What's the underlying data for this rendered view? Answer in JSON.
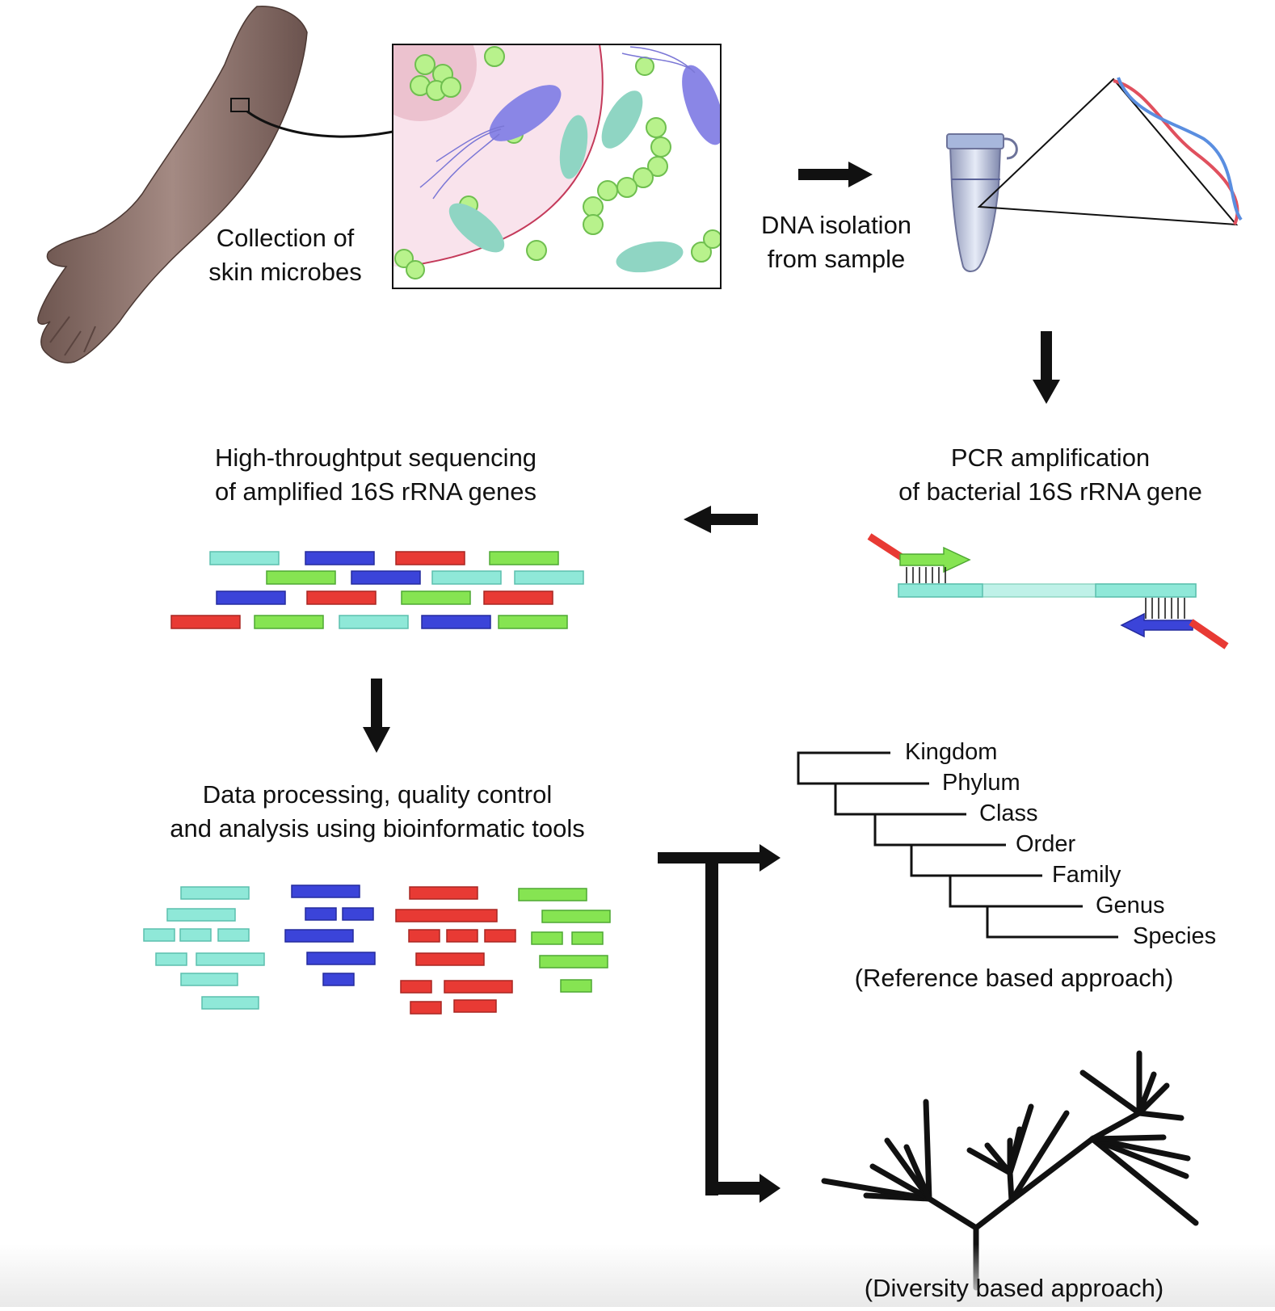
{
  "steps": {
    "collection": [
      "Collection of",
      "skin microbes"
    ],
    "dna_isolation": [
      "DNA isolation",
      "from sample"
    ],
    "pcr": [
      "PCR amplification",
      "of bacterial 16S rRNA gene"
    ],
    "sequencing": [
      "High-throughtput sequencing",
      "of amplified 16S rRNA genes"
    ],
    "processing": [
      "Data processing, quality control",
      "and analysis using bioinformatic tools"
    ]
  },
  "taxonomy": {
    "ranks": [
      "Kingdom",
      "Phylum",
      "Class",
      "Order",
      "Family",
      "Genus",
      "Species"
    ],
    "caption": "(Reference based approach)"
  },
  "diversity": {
    "caption": "(Diversity based approach)"
  },
  "colors": {
    "cyan": "#8fe8d8",
    "blue": "#3b44d9",
    "red": "#e83a34",
    "green": "#86e452",
    "skin": "#8a6d67",
    "microbe_green": "#b8f28c",
    "microbe_teal": "#8fd5c3",
    "microbe_purple": "#8a86e6",
    "pink": "#f6dfe8"
  }
}
